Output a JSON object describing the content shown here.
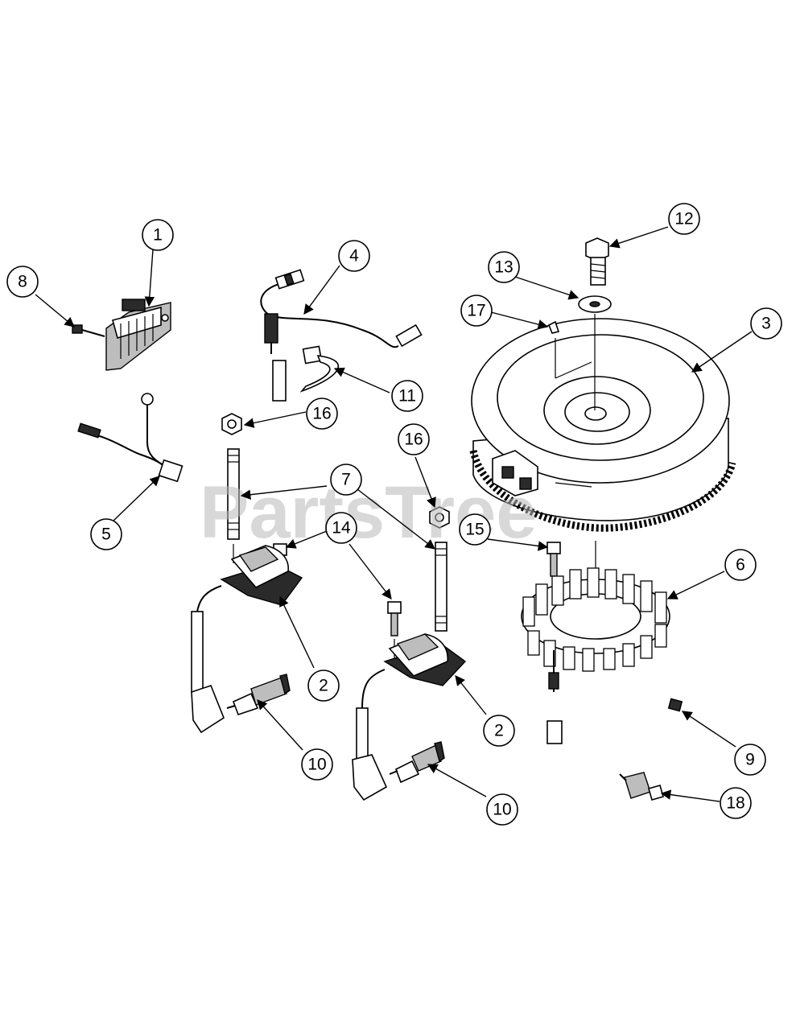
{
  "watermark": "PartsTree",
  "callouts": {
    "c1": "1",
    "c2a": "2",
    "c2b": "2",
    "c3": "3",
    "c4": "4",
    "c5": "5",
    "c6": "6",
    "c7": "7",
    "c8": "8",
    "c9": "9",
    "c10a": "10",
    "c10b": "10",
    "c11": "11",
    "c12": "12",
    "c13": "13",
    "c14": "14",
    "c15": "15",
    "c16a": "16",
    "c16b": "16",
    "c17": "17",
    "c18": "18"
  },
  "colors": {
    "line": "#000000",
    "watermark": "#b8b8b8",
    "background": "#ffffff"
  }
}
